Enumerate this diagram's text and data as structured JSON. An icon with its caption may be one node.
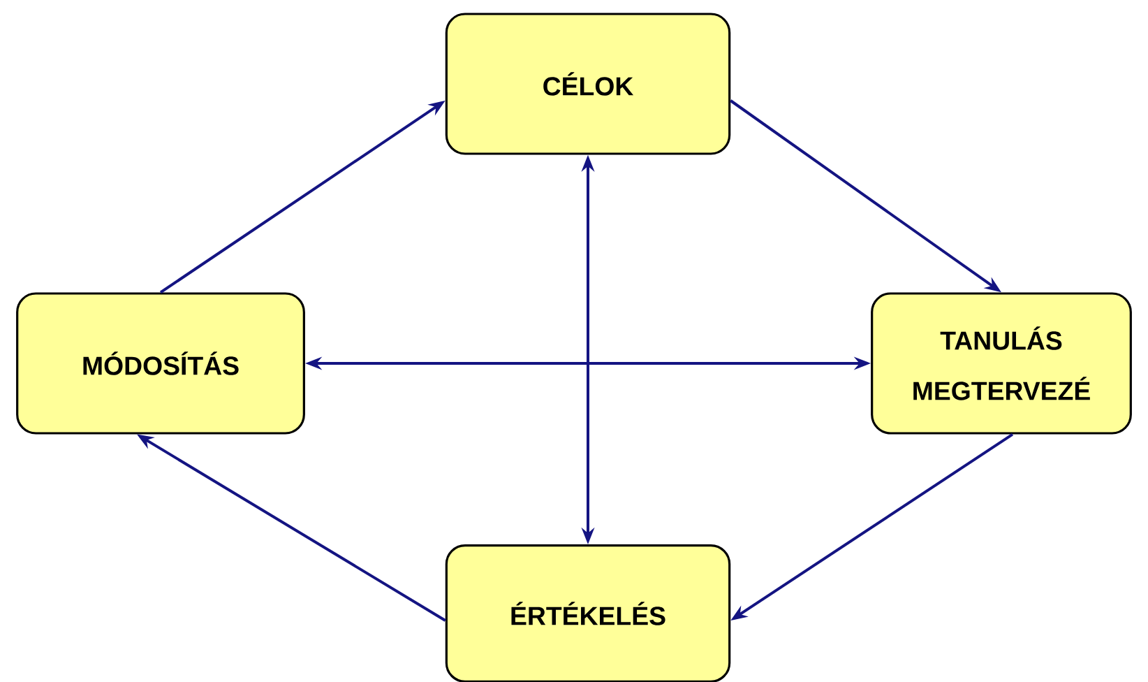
{
  "diagram": {
    "nodes": [
      {
        "text": [
          "CÉLOK"
        ]
      },
      {
        "text": [
          "MÓDOSÍTÁS"
        ]
      },
      {
        "text": [
          "TANULÁS MEGTERVEZÉ"
        ]
      },
      {
        "text": [
          "ÉRTÉKELÉS"
        ]
      }
    ],
    "edges": [
      {
        "from": 1,
        "to": 0,
        "arrow": "to"
      },
      {
        "from": 0,
        "to": 2,
        "arrow": "to"
      },
      {
        "from": 2,
        "to": 3,
        "arrow": "to"
      },
      {
        "from": 3,
        "to": 1,
        "arrow": "to"
      },
      {
        "from": 0,
        "to": 3,
        "arrow": "both"
      },
      {
        "from": 1,
        "to": 2,
        "arrow": "both"
      }
    ]
  }
}
